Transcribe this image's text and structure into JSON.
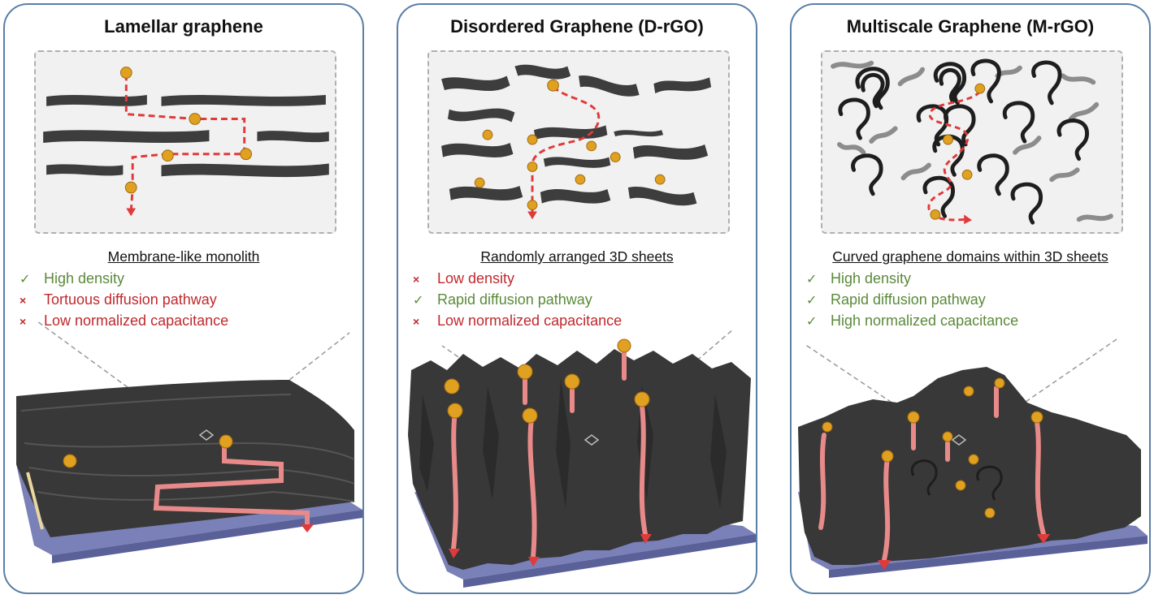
{
  "panels": [
    {
      "title": "Lamellar graphene",
      "subtitle": "Membrane-like monolith",
      "properties": [
        {
          "mark": "✓",
          "text": "High density",
          "status": "good"
        },
        {
          "mark": "×",
          "text": "Tortuous diffusion pathway",
          "status": "bad"
        },
        {
          "mark": "×",
          "text": "Low normalized capacitance",
          "status": "bad"
        }
      ]
    },
    {
      "title": "Disordered Graphene (D-rGO)",
      "subtitle": "Randomly arranged 3D sheets",
      "properties": [
        {
          "mark": "×",
          "text": "Low density",
          "status": "bad"
        },
        {
          "mark": "✓",
          "text": "Rapid diffusion pathway",
          "status": "good"
        },
        {
          "mark": "×",
          "text": "Low normalized capacitance",
          "status": "bad"
        }
      ]
    },
    {
      "title": "Multiscale Graphene (M-rGO)",
      "subtitle": "Curved graphene domains within 3D sheets",
      "properties": [
        {
          "mark": "✓",
          "text": "High density",
          "status": "good"
        },
        {
          "mark": "✓",
          "text": "Rapid diffusion pathway",
          "status": "good"
        },
        {
          "mark": "✓",
          "text": "High normalized capacitance",
          "status": "good"
        }
      ]
    }
  ],
  "colors": {
    "panel_border": "#5b7fa6",
    "graphene": "#3a3a3a",
    "ion": "#e0a020",
    "diffusion_path": "#e03a3a",
    "arrow": "#e88a8a",
    "substrate": "#7a80b8",
    "good": "#5a8a3a",
    "bad": "#c0282d"
  }
}
